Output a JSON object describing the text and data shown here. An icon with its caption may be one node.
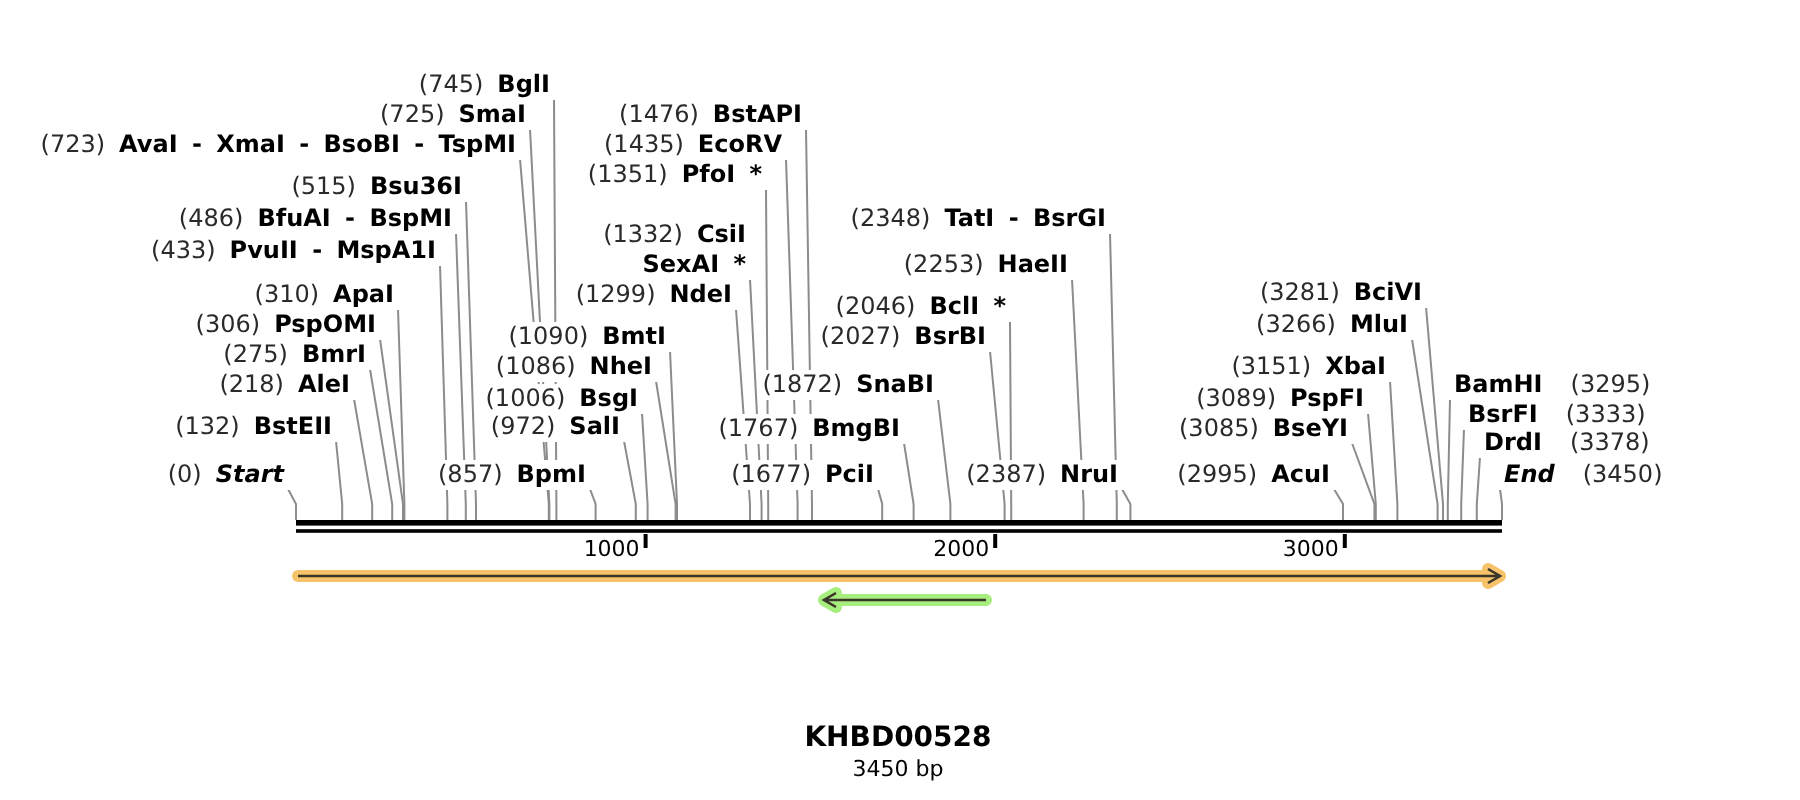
{
  "diagram": {
    "title": "KHBD00528",
    "caption": "3450 bp",
    "nodes": [
      {
        "text": [
          "(0)",
          "Start"
        ]
      },
      {
        "text": [
          "(132)",
          "BstEII"
        ]
      },
      {
        "text": [
          "(218)",
          "AleI"
        ]
      },
      {
        "text": [
          "(275)",
          "BmrI"
        ]
      },
      {
        "text": [
          "(306)",
          "PspOMI"
        ]
      },
      {
        "text": [
          "(310)",
          "ApaI"
        ]
      },
      {
        "text": [
          "(433)",
          "PvuII - MspA1I"
        ]
      },
      {
        "text": [
          "(486)",
          "BfuAI - BspMI"
        ]
      },
      {
        "text": [
          "(515)",
          "Bsu36I"
        ]
      },
      {
        "text": [
          "(723)",
          "AvaI - XmaI - BsoBI - TspMI"
        ]
      },
      {
        "text": [
          "(725)",
          "SmaI"
        ]
      },
      {
        "text": [
          "(745)",
          "BglI"
        ]
      },
      {
        "text": [
          "(857)",
          "BpmI"
        ]
      },
      {
        "text": [
          "(972)",
          "SalI"
        ]
      },
      {
        "text": [
          "(1006)",
          "BsgI"
        ]
      },
      {
        "text": [
          "(1086)",
          "NheI"
        ]
      },
      {
        "text": [
          "(1090)",
          "BmtI"
        ]
      },
      {
        "text": [
          "(1299)",
          "NdeI"
        ]
      },
      {
        "text": [
          "(1332)",
          "CsiI",
          "SexAI *"
        ]
      },
      {
        "text": [
          "(1351)",
          "PfoI *"
        ]
      },
      {
        "text": [
          "(1435)",
          "EcoRV"
        ]
      },
      {
        "text": [
          "(1476)",
          "BstAPI"
        ]
      },
      {
        "text": [
          "(1677)",
          "PciI"
        ]
      },
      {
        "text": [
          "(1767)",
          "BmgBI"
        ]
      },
      {
        "text": [
          "(1872)",
          "SnaBI"
        ]
      },
      {
        "text": [
          "(2027)",
          "BsrBI"
        ]
      },
      {
        "text": [
          "(2046)",
          "BclI *"
        ]
      },
      {
        "text": [
          "(2253)",
          "HaeII"
        ]
      },
      {
        "text": [
          "(2348)",
          "TatI - BsrGI"
        ]
      },
      {
        "text": [
          "(2387)",
          "NruI"
        ]
      },
      {
        "text": [
          "(2995)",
          "AcuI"
        ]
      },
      {
        "text": [
          "(3085)",
          "BseYI"
        ]
      },
      {
        "text": [
          "(3089)",
          "PspFI"
        ]
      },
      {
        "text": [
          "(3151)",
          "XbaI"
        ]
      },
      {
        "text": [
          "(3266)",
          "MluI"
        ]
      },
      {
        "text": [
          "(3281)",
          "BciVI"
        ]
      },
      {
        "text": [
          "BamHI",
          "(3295)"
        ]
      },
      {
        "text": [
          "BsrFI",
          "(3333)"
        ]
      },
      {
        "text": [
          "DrdI",
          "(3378)"
        ]
      },
      {
        "text": [
          "End",
          "(3450)"
        ]
      },
      {
        "text": [],
        "shape": "bar"
      }
    ],
    "edges": [
      {
        "from": 0,
        "to": 40,
        "arrow": "none"
      },
      {
        "from": 1,
        "to": 40,
        "arrow": "none"
      },
      {
        "from": 2,
        "to": 40,
        "arrow": "none"
      },
      {
        "from": 3,
        "to": 40,
        "arrow": "none"
      },
      {
        "from": 4,
        "to": 40,
        "arrow": "none"
      },
      {
        "from": 5,
        "to": 40,
        "arrow": "none"
      },
      {
        "from": 6,
        "to": 40,
        "arrow": "none"
      },
      {
        "from": 7,
        "to": 40,
        "arrow": "none"
      },
      {
        "from": 8,
        "to": 40,
        "arrow": "none"
      },
      {
        "from": 9,
        "to": 40,
        "arrow": "none"
      },
      {
        "from": 10,
        "to": 40,
        "arrow": "none"
      },
      {
        "from": 11,
        "to": 40,
        "arrow": "none"
      },
      {
        "from": 12,
        "to": 40,
        "arrow": "none"
      },
      {
        "from": 13,
        "to": 40,
        "arrow": "none"
      },
      {
        "from": 14,
        "to": 40,
        "arrow": "none"
      },
      {
        "from": 15,
        "to": 40,
        "arrow": "none"
      },
      {
        "from": 16,
        "to": 40,
        "arrow": "none"
      },
      {
        "from": 17,
        "to": 40,
        "arrow": "none"
      },
      {
        "from": 18,
        "to": 40,
        "arrow": "none"
      },
      {
        "from": 19,
        "to": 40,
        "arrow": "none"
      },
      {
        "from": 20,
        "to": 40,
        "arrow": "none"
      },
      {
        "from": 21,
        "to": 40,
        "arrow": "none"
      },
      {
        "from": 22,
        "to": 40,
        "arrow": "none"
      },
      {
        "from": 23,
        "to": 40,
        "arrow": "none"
      },
      {
        "from": 24,
        "to": 40,
        "arrow": "none"
      },
      {
        "from": 25,
        "to": 40,
        "arrow": "none"
      },
      {
        "from": 26,
        "to": 40,
        "arrow": "none"
      },
      {
        "from": 27,
        "to": 40,
        "arrow": "none"
      },
      {
        "from": 28,
        "to": 40,
        "arrow": "none"
      },
      {
        "from": 29,
        "to": 40,
        "arrow": "none"
      },
      {
        "from": 30,
        "to": 40,
        "arrow": "none"
      },
      {
        "from": 31,
        "to": 40,
        "arrow": "none"
      },
      {
        "from": 32,
        "to": 40,
        "arrow": "none"
      },
      {
        "from": 33,
        "to": 40,
        "arrow": "none"
      },
      {
        "from": 34,
        "to": 40,
        "arrow": "none"
      },
      {
        "from": 35,
        "to": 40,
        "arrow": "none"
      },
      {
        "from": 36,
        "to": 40,
        "arrow": "none"
      },
      {
        "from": 37,
        "to": 40,
        "arrow": "none"
      },
      {
        "from": 38,
        "to": 40,
        "arrow": "none"
      },
      {
        "from": 39,
        "to": 40,
        "arrow": "none"
      }
    ],
    "labels": [
      "1000",
      "2000",
      "3000"
    ]
  }
}
